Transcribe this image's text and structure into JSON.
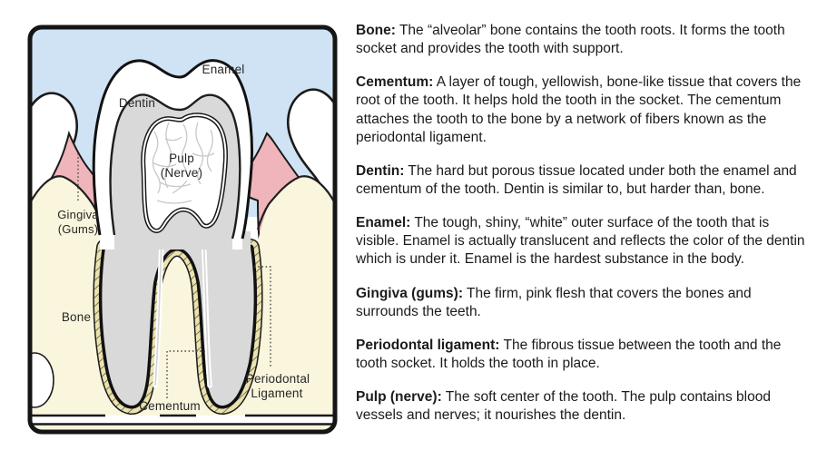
{
  "diagram": {
    "labels": {
      "enamel": "Enamel",
      "dentin": "Dentin",
      "pulp_line1": "Pulp",
      "pulp_line2": "(Nerve)",
      "gingiva_line1": "Gingiva",
      "gingiva_line2": "(Gums)",
      "bone": "Bone",
      "cementum": "Cementum",
      "periodontal_line1": "Periodontal",
      "periodontal_line2": "Ligament"
    },
    "colors": {
      "sky_blue": "#cfe3f4",
      "gum_pink": "#efb5bb",
      "bone_cream": "#faf6dd",
      "dentin_gray": "#d9d9d9",
      "ligament_hatch": "#ebe2ae",
      "outline_black": "#1a1a1a"
    }
  },
  "definitions": [
    {
      "term": "Bone:",
      "text": " The “alveolar” bone contains the tooth roots. It forms the tooth socket and provides the tooth with support."
    },
    {
      "term": "Cementum:",
      "text": " A layer of tough, yellowish, bone-like tissue that covers the root of the tooth. It helps hold the tooth in the socket. The cementum attaches the tooth to the bone by a network of fibers known as the periodontal ligament."
    },
    {
      "term": "Dentin:",
      "text": " The hard but porous tissue located under both the enamel and cementum of the tooth. Dentin is similar to, but harder than, bone."
    },
    {
      "term": "Enamel:",
      "text": " The tough, shiny, “white” outer surface of the tooth that is visible. Enamel is actually translucent and reflects the color of the dentin which is under it. Enamel is the hardest substance in the body."
    },
    {
      "term": "Gingiva (gums):",
      "text": " The firm, pink flesh that covers the bones and surrounds the teeth."
    },
    {
      "term": "Periodontal ligament:",
      "text": " The fibrous tissue between the tooth and the tooth socket. It holds the tooth in place."
    },
    {
      "term": "Pulp (nerve):",
      "text": " The soft center of the tooth. The pulp contains blood vessels and nerves; it nourishes the dentin."
    }
  ]
}
